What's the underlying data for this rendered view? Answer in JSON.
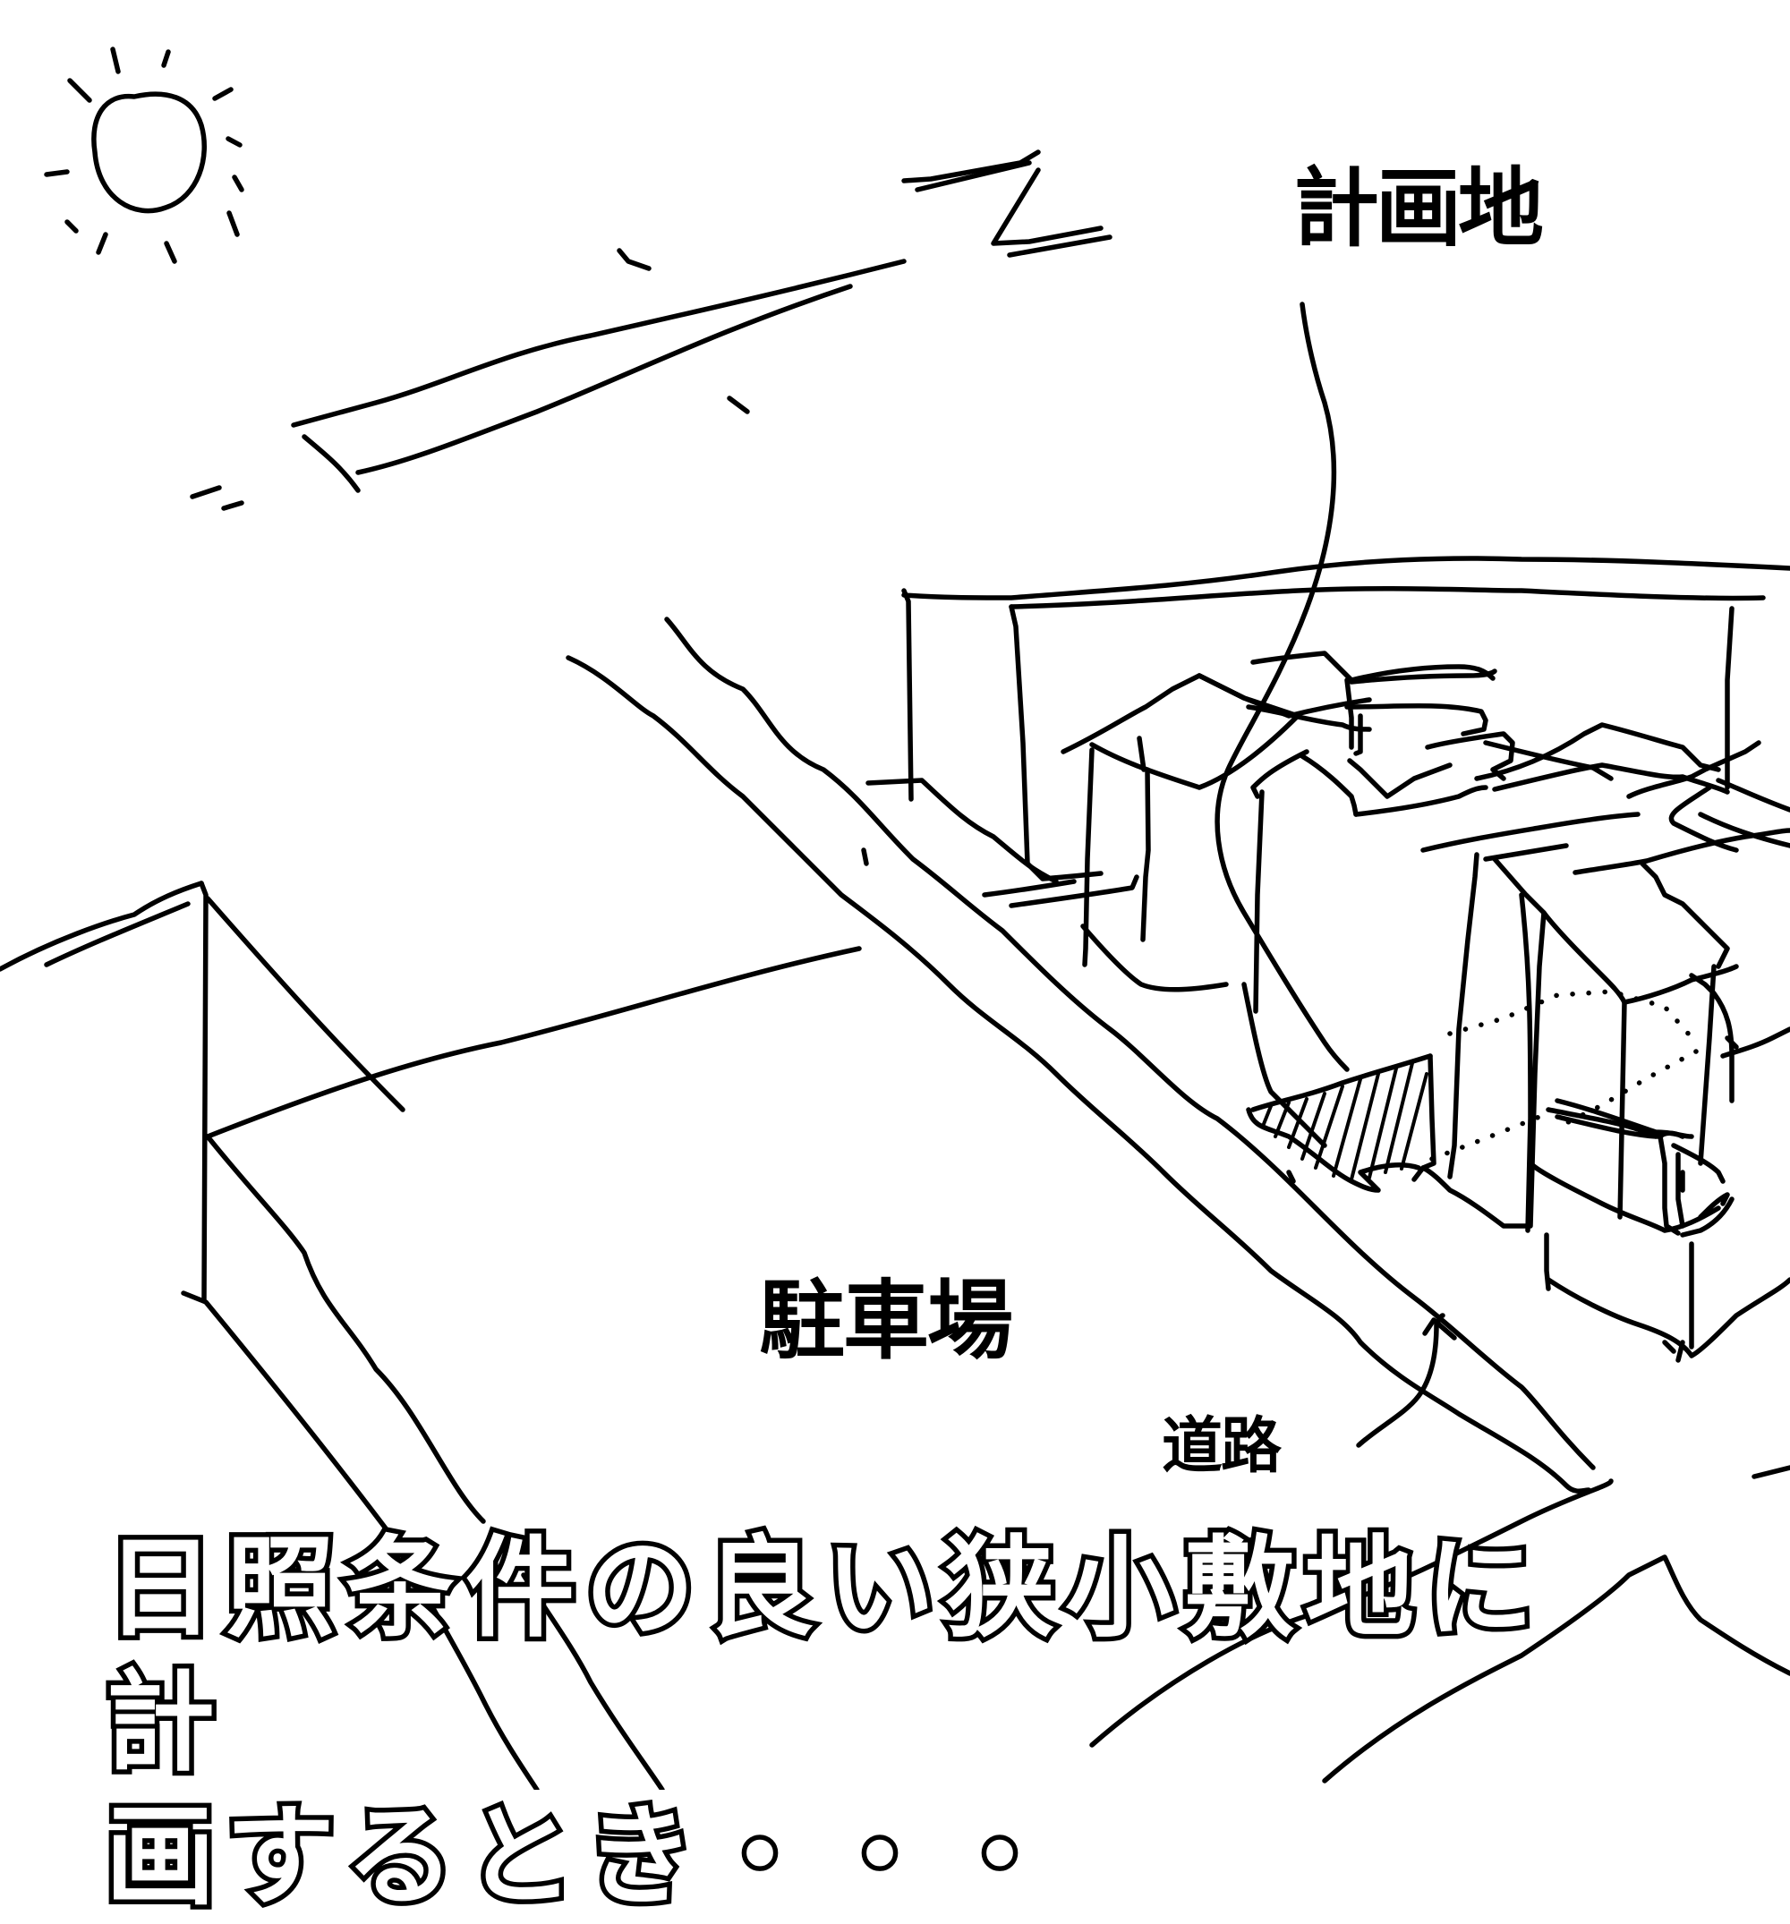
{
  "labels": {
    "site": "計画地",
    "parking": "駐車場",
    "road": "道路"
  },
  "caption": {
    "line1": "日照条件の良い狭小敷地に計",
    "line2": "画するとき・・・"
  },
  "icons": {
    "sun": "sun-icon",
    "bird_large": "bird-icon",
    "bird_small": "bird-icon"
  }
}
